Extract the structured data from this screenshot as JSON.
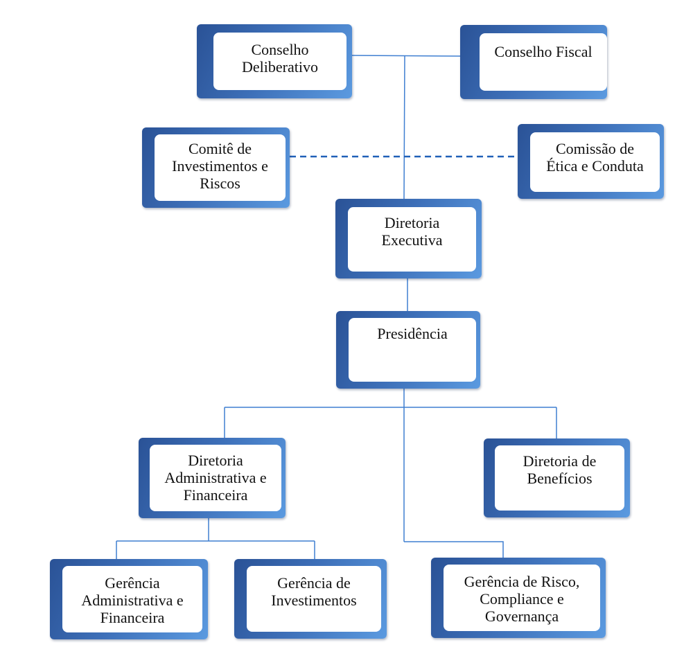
{
  "nodes": {
    "conselho_deliberativo": "Conselho\nDeliberativo",
    "conselho_fiscal": "Conselho Fiscal",
    "comite_investimentos": "Comitê de\nInvestimentos e\nRiscos",
    "comissao_etica": "Comissão de\nÉtica e Conduta",
    "diretoria_executiva": "Diretoria\nExecutiva",
    "presidencia": "Presidência",
    "diretoria_administrativa": "Diretoria\nAdministrativa e\nFinanceira",
    "diretoria_beneficios": "Diretoria de\nBenefícios",
    "gerencia_administrativa": "Gerência\nAdministrativa e\nFinanceira",
    "gerencia_investimentos": "Gerência de\nInvestimentos",
    "gerencia_risco": "Gerência de Risco,\nCompliance e\nGovernança"
  },
  "colors": {
    "box_gradient_dark": "#2a5296",
    "box_gradient_light": "#5b9ae0",
    "connector": "#3f7fd1",
    "dashed_connector": "#2060b8",
    "text": "#111111"
  }
}
